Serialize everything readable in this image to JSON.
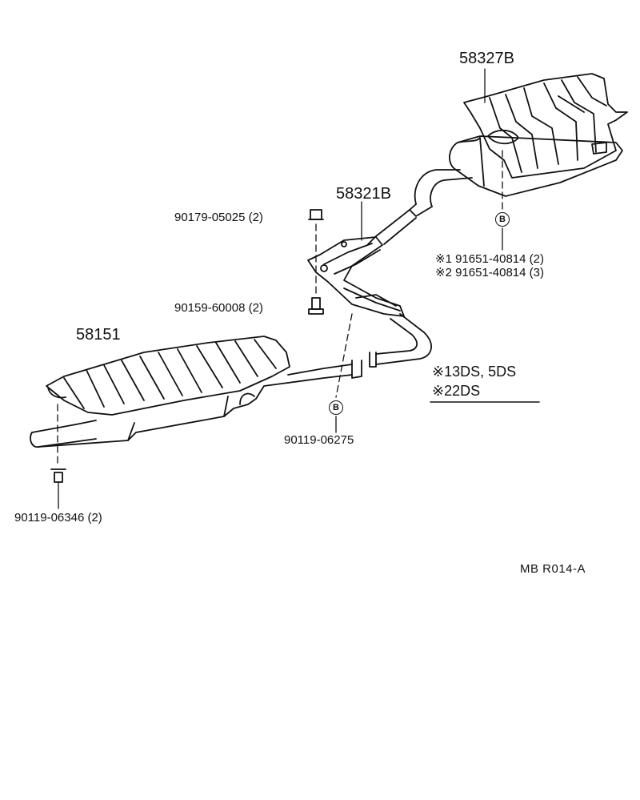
{
  "parts": {
    "p58327b": "58327B",
    "p58321b": "58321B",
    "p58151": "58151",
    "p90179": "90179-05025 (2)",
    "p90159": "90159-60008 (2)",
    "p90119a": "90119-06275",
    "p90119b": "90119-06346 (2)",
    "p91651_1": "※1 91651-40814 (2)",
    "p91651_2": "※2 91651-40814 (3)"
  },
  "callouts": {
    "b1": "B",
    "b2": "B"
  },
  "notes": {
    "n1": "※13DS, 5DS",
    "n2": "※22DS"
  },
  "ref": "MB  R014-A",
  "colors": {
    "line": "#111111",
    "background": "#ffffff"
  }
}
